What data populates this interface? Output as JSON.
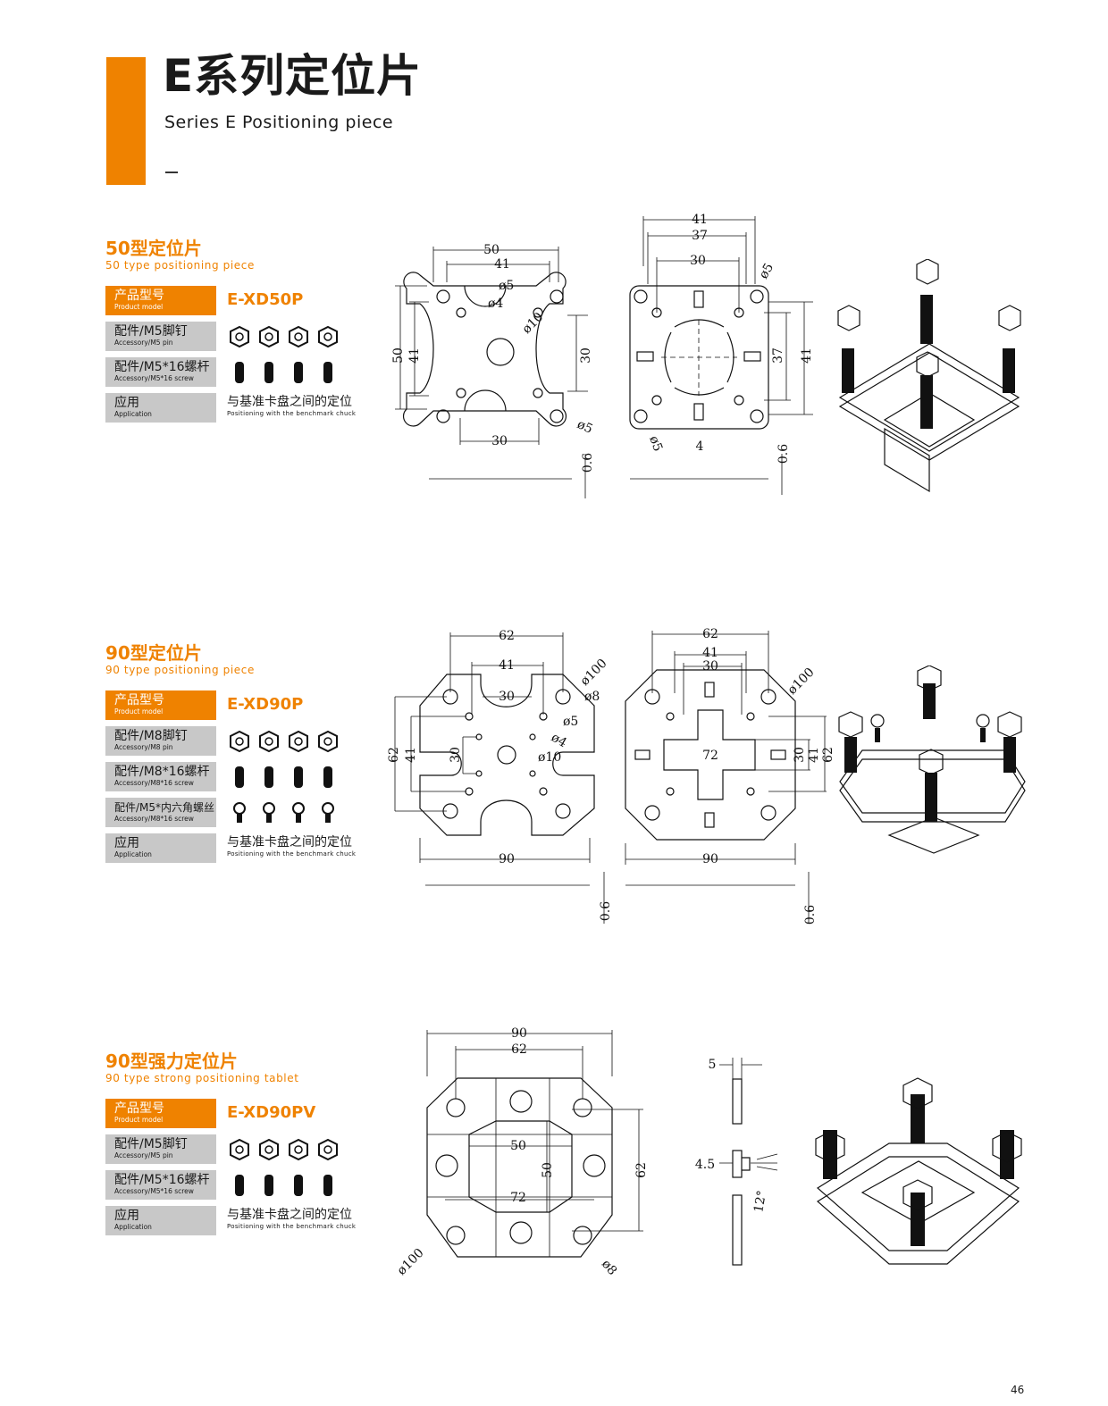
{
  "header": {
    "title": "E系列定位片",
    "subtitle": "Series E  Positioning piece",
    "accent_color": "#ef8200"
  },
  "sections": [
    {
      "title": "50型定位片",
      "subtitle": "50 type positioning piece",
      "model_label_cn": "产品型号",
      "model_label_en": "Product model",
      "model": "E-XD50P",
      "acc1_cn": "配件/M5脚钉",
      "acc1_en": "Accessory/M5 pin",
      "acc2_cn": "配件/M5*16螺杆",
      "acc2_en": "Accessory/M5*16 screw",
      "app_label_cn": "应用",
      "app_label_en": "Application",
      "app_cn": "与基准卡盘之间的定位",
      "app_en": "Positioning with the benchmark chuck",
      "d1": {
        "w": "50",
        "w2": "41",
        "w3": "30",
        "h": "50",
        "h2": "41",
        "h3": "30",
        "hole1": "ø5",
        "hole2": "ø4",
        "hole3": "ø10",
        "hole4": "ø5",
        "t": "0.6"
      },
      "d2": {
        "w": "41",
        "w2": "37",
        "w3": "30",
        "h": "41",
        "h2": "37",
        "hole1": "ø5",
        "hole2": "ø5",
        "slot": "4",
        "t": "0.6"
      }
    },
    {
      "title": "90型定位片",
      "subtitle": "90 type positioning piece",
      "model_label_cn": "产品型号",
      "model_label_en": "Product model",
      "model": "E-XD90P",
      "acc1_cn": "配件/M8脚钉",
      "acc1_en": "Accessory/M8 pin",
      "acc2_cn": "配件/M8*16螺杆",
      "acc2_en": "Accessory/M8*16 screw",
      "acc3_cn": "配件/M5*内六角螺丝",
      "acc3_en": "Accessory/M8*16 screw",
      "app_label_cn": "应用",
      "app_label_en": "Application",
      "app_cn": "与基准卡盘之间的定位",
      "app_en": "Positioning with the benchmark chuck",
      "d1": {
        "w": "62",
        "w2": "41",
        "w3": "30",
        "h": "62",
        "h2": "41",
        "h3": "30",
        "base": "90",
        "hole1": "ø100",
        "hole2": "ø8",
        "hole3": "ø5",
        "hole4": "ø4",
        "hole5": "ø10",
        "t": "0.6"
      },
      "d2": {
        "w": "62",
        "w2": "41",
        "w3": "30",
        "h": "62",
        "h2": "41",
        "h3": "30",
        "center": "72",
        "base": "90",
        "hole1": "ø100",
        "t": "0.6"
      }
    },
    {
      "title": "90型强力定位片",
      "subtitle": "90 type strong positioning tablet",
      "model_label_cn": "产品型号",
      "model_label_en": "Product model",
      "model": "E-XD90PV",
      "acc1_cn": "配件/M5脚钉",
      "acc1_en": "Accessory/M5 pin",
      "acc2_cn": "配件/M5*16螺杆",
      "acc2_en": "Accessory/M5*16 screw",
      "app_label_cn": "应用",
      "app_label_en": "Application",
      "app_cn": "与基准卡盘之间的定位",
      "app_en": "Positioning with the benchmark chuck",
      "d1": {
        "w": "90",
        "w2": "62",
        "inner": "50",
        "inner_h": "50",
        "center": "72",
        "h": "62",
        "hole1": "ø100",
        "hole2": "ø8"
      },
      "d2": {
        "t1": "5",
        "t2": "4.5",
        "angle": "12°"
      }
    }
  ],
  "page_number": "46"
}
